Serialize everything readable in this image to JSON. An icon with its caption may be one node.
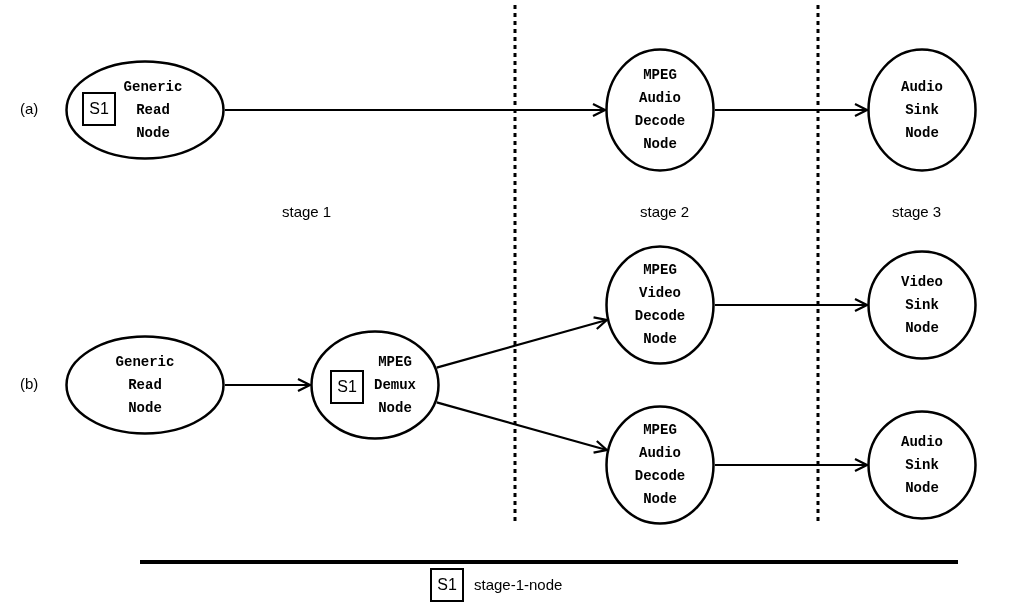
{
  "diagram": {
    "nodes": [
      {
        "text": [
          "Generic Read Node"
        ]
      },
      {
        "text": [
          "S1"
        ],
        "in": 0
      },
      {
        "text": [
          "MPEG Audio Decode Node"
        ]
      },
      {
        "text": [
          "Audio Sink Node"
        ]
      },
      {
        "text": [
          "Generic Read Node"
        ]
      },
      {
        "text": [
          "MPEG Demux Node"
        ]
      },
      {
        "text": [
          "S1"
        ],
        "in": 5
      },
      {
        "text": [
          "MPEG Video Decode Node"
        ]
      },
      {
        "text": [
          "Video Sink Node"
        ]
      },
      {
        "text": [
          "MPEG Audio Decode Node"
        ]
      },
      {
        "text": [
          "Audio Sink Node"
        ]
      }
    ],
    "edges": [
      {
        "from": 0,
        "to": 2,
        "arrow": "to"
      },
      {
        "from": 2,
        "to": 3,
        "arrow": "to"
      },
      {
        "from": 4,
        "to": 5,
        "arrow": "to"
      },
      {
        "from": 5,
        "to": 7,
        "arrow": "to"
      },
      {
        "from": 5,
        "to": 9,
        "arrow": "to"
      },
      {
        "from": 7,
        "to": 8,
        "arrow": "to"
      },
      {
        "from": 9,
        "to": 10,
        "arrow": "to"
      }
    ],
    "labels": [
      "(a)",
      "stage 1",
      "stage 2",
      "stage 3",
      "(b)",
      "S1"
    ],
    "legend": [
      {
        "text": "stage-1-node"
      }
    ]
  }
}
